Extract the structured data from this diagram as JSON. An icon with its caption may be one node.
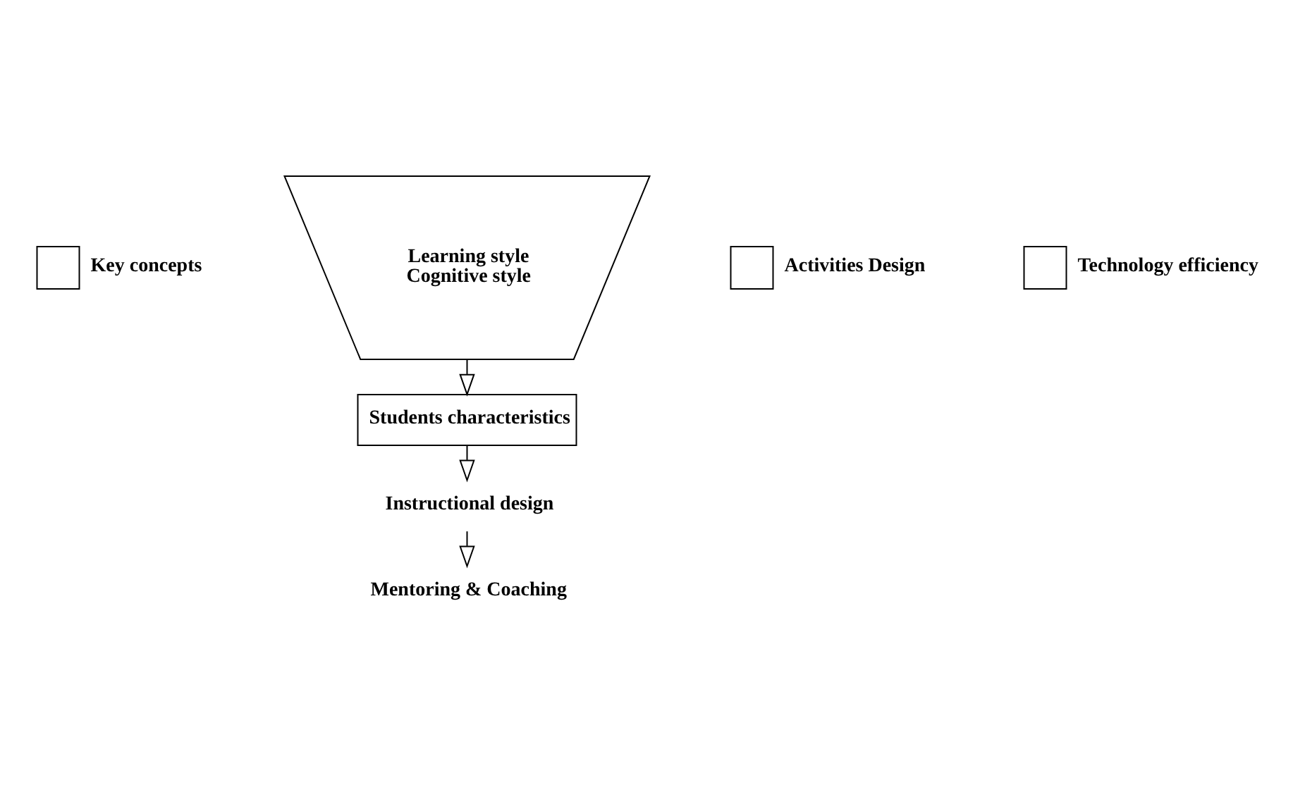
{
  "diagram": {
    "nodes": [
      {
        "text": [],
        "shape": "box",
        "beside": [
          "Key concepts"
        ]
      },
      {
        "text": [
          "Learning style",
          "Cognitive style"
        ]
      },
      {
        "text": [],
        "shape": "box",
        "beside": [
          "Activities Design"
        ]
      },
      {
        "text": [],
        "shape": "box",
        "beside": [
          "Technology efficiency"
        ]
      },
      {
        "text": [
          "Students characteristics"
        ]
      },
      {
        "text": [
          "Instructional design"
        ]
      },
      {
        "text": [
          "Mentoring & Coaching"
        ]
      }
    ],
    "edges": [
      {
        "from": 1,
        "to": 4,
        "arrow": "to"
      },
      {
        "from": 4,
        "to": 5,
        "arrow": "to"
      },
      {
        "from": 5,
        "to": 6,
        "arrow": "to"
      }
    ]
  }
}
